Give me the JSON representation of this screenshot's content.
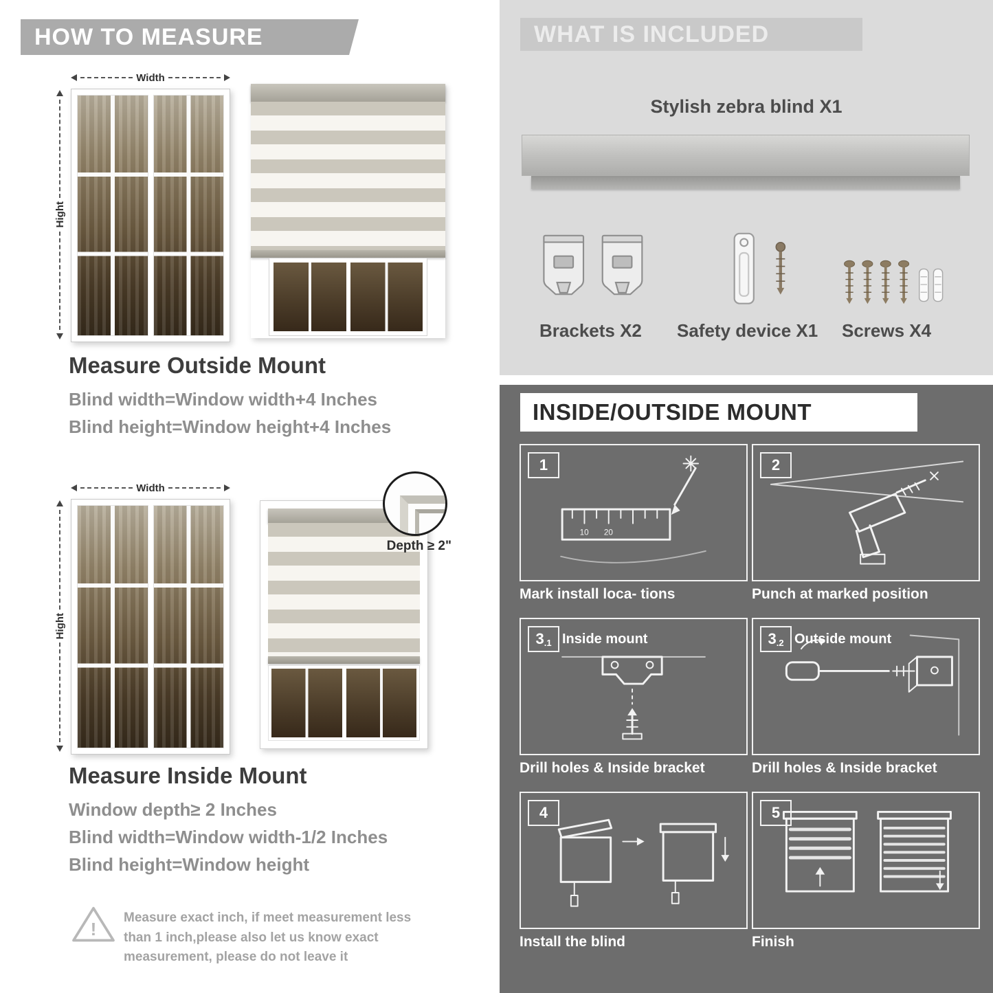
{
  "measure": {
    "title": "HOW TO MEASURE",
    "width_label": "Width",
    "height_label": "Hight",
    "outside": {
      "heading": "Measure Outside Mount",
      "line1": "Blind width=Window width+4 Inches",
      "line2": "Blind height=Window height+4 Inches"
    },
    "inside": {
      "heading": "Measure Inside Mount",
      "depth_callout": "Depth ≥ 2\"",
      "line1": "Window depth≥ 2 Inches",
      "line2": "Blind width=Window width-1/2 Inches",
      "line3": "Blind height=Window height"
    },
    "warning": "Measure exact inch, if meet measurement less than 1 inch,please also let us know exact measurement, please do not leave it"
  },
  "included": {
    "title": "WHAT IS INCLUDED",
    "blind_label": "Stylish zebra blind X1",
    "items": [
      {
        "label": "Brackets X2"
      },
      {
        "label": "Safety device X1"
      },
      {
        "label": "Screws X4"
      }
    ]
  },
  "mount": {
    "title": "INSIDE/OUTSIDE MOUNT",
    "steps": [
      {
        "num": "1",
        "sub": "",
        "label": "",
        "caption": "Mark install loca- tions"
      },
      {
        "num": "2",
        "sub": "",
        "label": "",
        "caption": "Punch at marked position"
      },
      {
        "num": "3",
        "sub": ".1",
        "label": "Inside mount",
        "caption": "Drill holes & Inside bracket"
      },
      {
        "num": "3",
        "sub": ".2",
        "label": "Outside mount",
        "caption": "Drill holes & Inside bracket"
      },
      {
        "num": "4",
        "sub": "",
        "label": "",
        "caption": "Install the blind"
      },
      {
        "num": "5",
        "sub": "",
        "label": "",
        "caption": "Finish"
      }
    ]
  },
  "colors": {
    "banner_gray": "#ababab",
    "light_panel": "#dbdbdb",
    "included_banner": "#c9c9c9",
    "dark_panel": "#6d6d6d",
    "heading_dark": "#3d3d3d",
    "body_gray": "#8e8e8e"
  }
}
